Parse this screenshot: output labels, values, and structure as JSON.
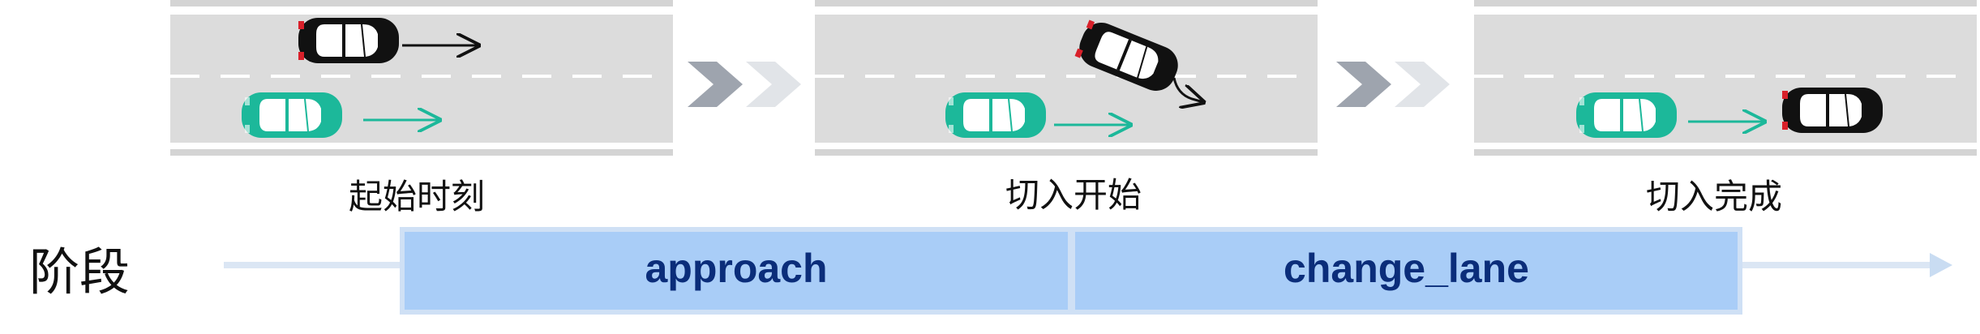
{
  "stage_captions": [
    "起始时刻",
    "切入开始",
    "切入完成"
  ],
  "row_label": "阶段",
  "phases": [
    "approach",
    "change_lane"
  ],
  "colors": {
    "road": "#dcdcdc",
    "road_edge": "#d4d4d4",
    "lane_dash": "#ffffff",
    "ego_car": "#1cb89a",
    "cut_in_car": "#111111",
    "phase_fill": "#a9cdf7",
    "phase_border": "#cfe0f5",
    "phase_text": "#0b2d7a",
    "timeline": "#dbe6f4",
    "chevron_dark": "#9ea4ae",
    "chevron_light": "#e1e4e8"
  },
  "icons": [
    "ego-car-icon",
    "cut-in-car-icon",
    "chevron-right-icon",
    "motion-arrow-icon",
    "timeline-arrow-icon"
  ]
}
